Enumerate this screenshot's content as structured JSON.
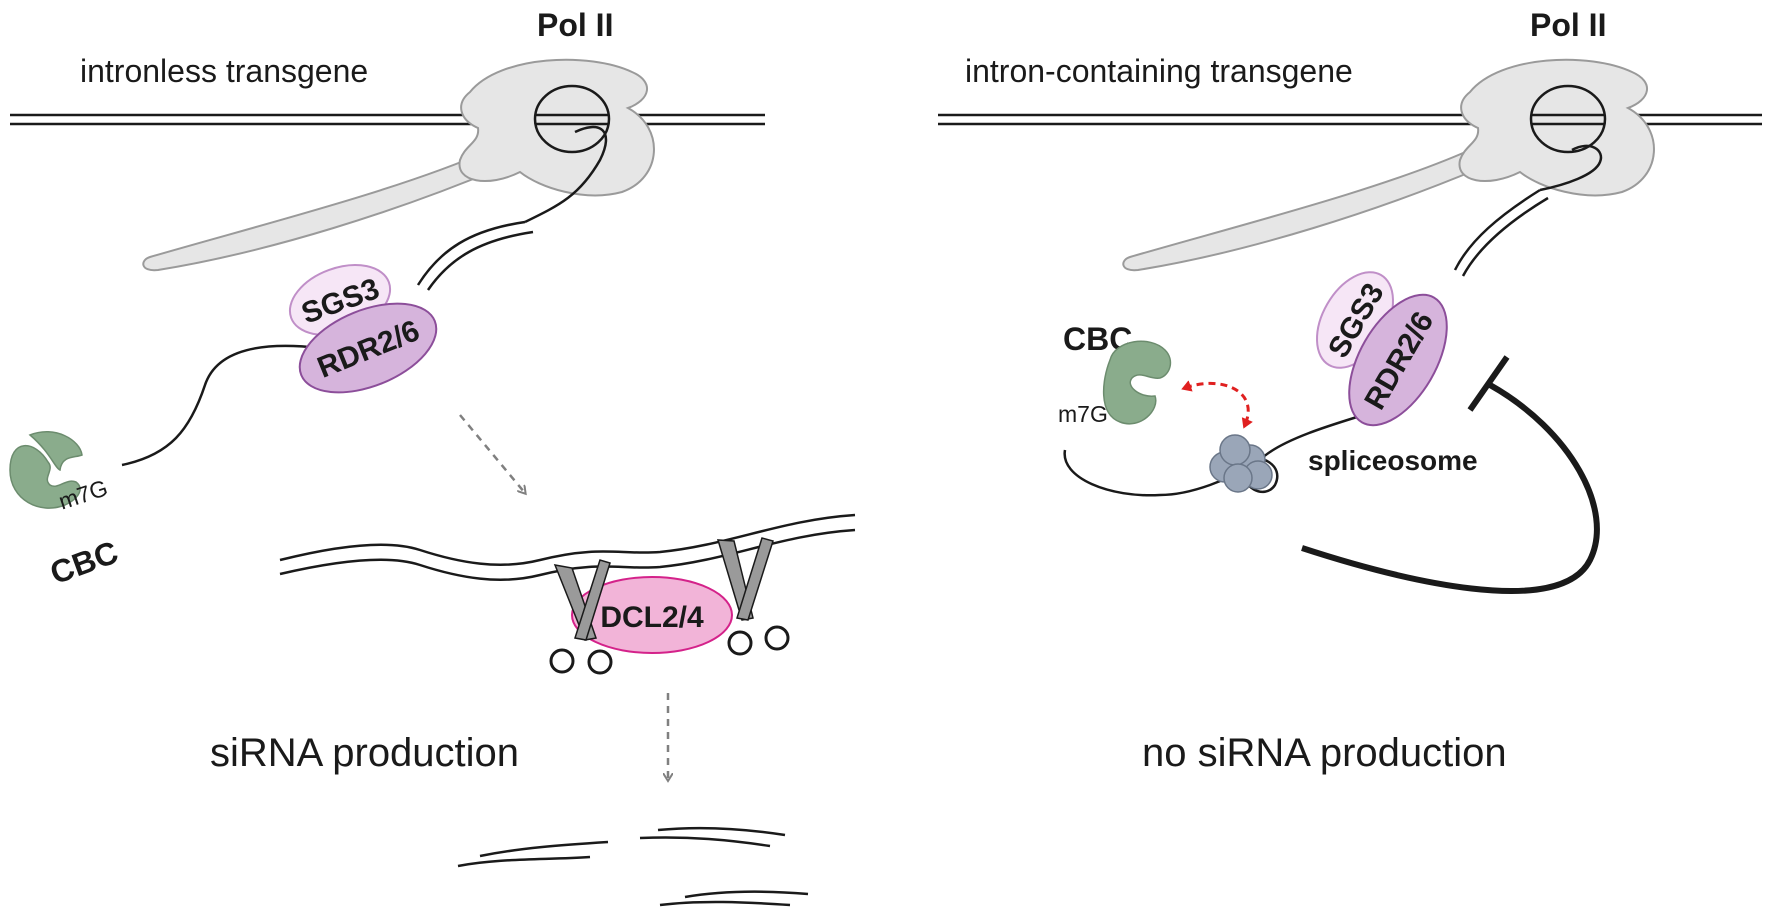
{
  "left_panel": {
    "pol_label": "Pol II",
    "transgene_label": "intronless transgene",
    "sgs3_label": "SGS3",
    "rdr_label": "RDR2/6",
    "cap_label": "m7G",
    "cbc_label": "CBC",
    "dcl_label": "DCL2/4",
    "outcome_label": "siRNA production"
  },
  "right_panel": {
    "pol_label": "Pol II",
    "transgene_label": "intron-containing transgene",
    "sgs3_label": "SGS3",
    "rdr_label": "RDR2/6",
    "cbc_label": "CBC",
    "cap_label": "m7G",
    "spliceosome_label": "spliceosome",
    "outcome_label": "no siRNA production"
  },
  "colors": {
    "pol_fill": "#e6e6e6",
    "pol_stroke": "#9a9a9a",
    "sgs3_fill": "#f6e6f6",
    "sgs3_stroke": "#c08fc8",
    "rdr_fill": "#d6b4dc",
    "rdr_stroke": "#8c4e9a",
    "cbc_fill": "#8aac8c",
    "dcl_fill": "#f2b4d8",
    "dcl_stroke": "#d4228a",
    "spliceosome_fill": "#9aa6b8",
    "red_arrow": "#e02020",
    "dashed_arrow": "#808080"
  }
}
